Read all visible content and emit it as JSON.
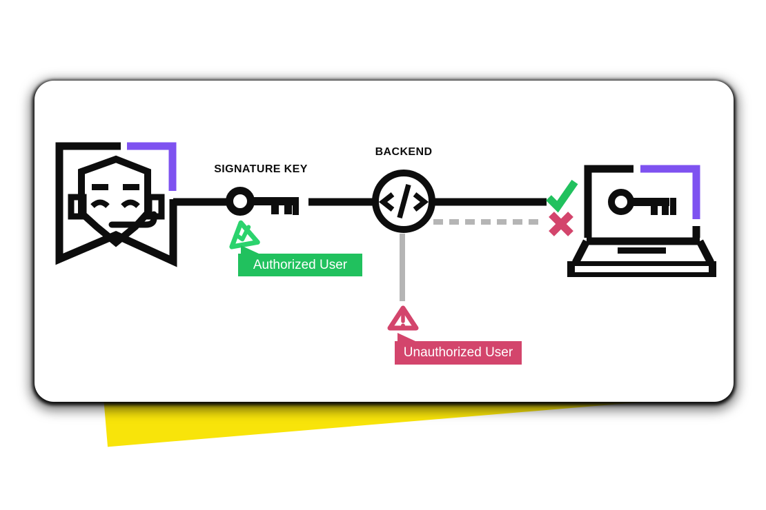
{
  "title": "Signature key verification diagram",
  "theme": {
    "ink": "#0d0d0d",
    "purple": "#7e52f0",
    "green": "#21c15e",
    "green_light": "#2bd36d",
    "red": "#d3456c",
    "gray": "#b5b5b5",
    "yellow": "#f8e40a",
    "card": "#ffffff"
  },
  "diagram": {
    "signature_key_label": "SIGNATURE KEY",
    "backend_label": "BACKEND",
    "authorized_badge_label": "Authorized User",
    "unauthorized_badge_label": "Unauthorized User",
    "icons": {
      "support_agent": "support-agent-banner-icon",
      "key": "signature-key-icon",
      "backend": "code-circle-icon",
      "laptop": "laptop-with-key-icon",
      "check": "green-check-icon",
      "cross": "red-cross-icon",
      "verified": "verified-triangle-check-icon",
      "warning": "warning-triangle-icon"
    }
  }
}
